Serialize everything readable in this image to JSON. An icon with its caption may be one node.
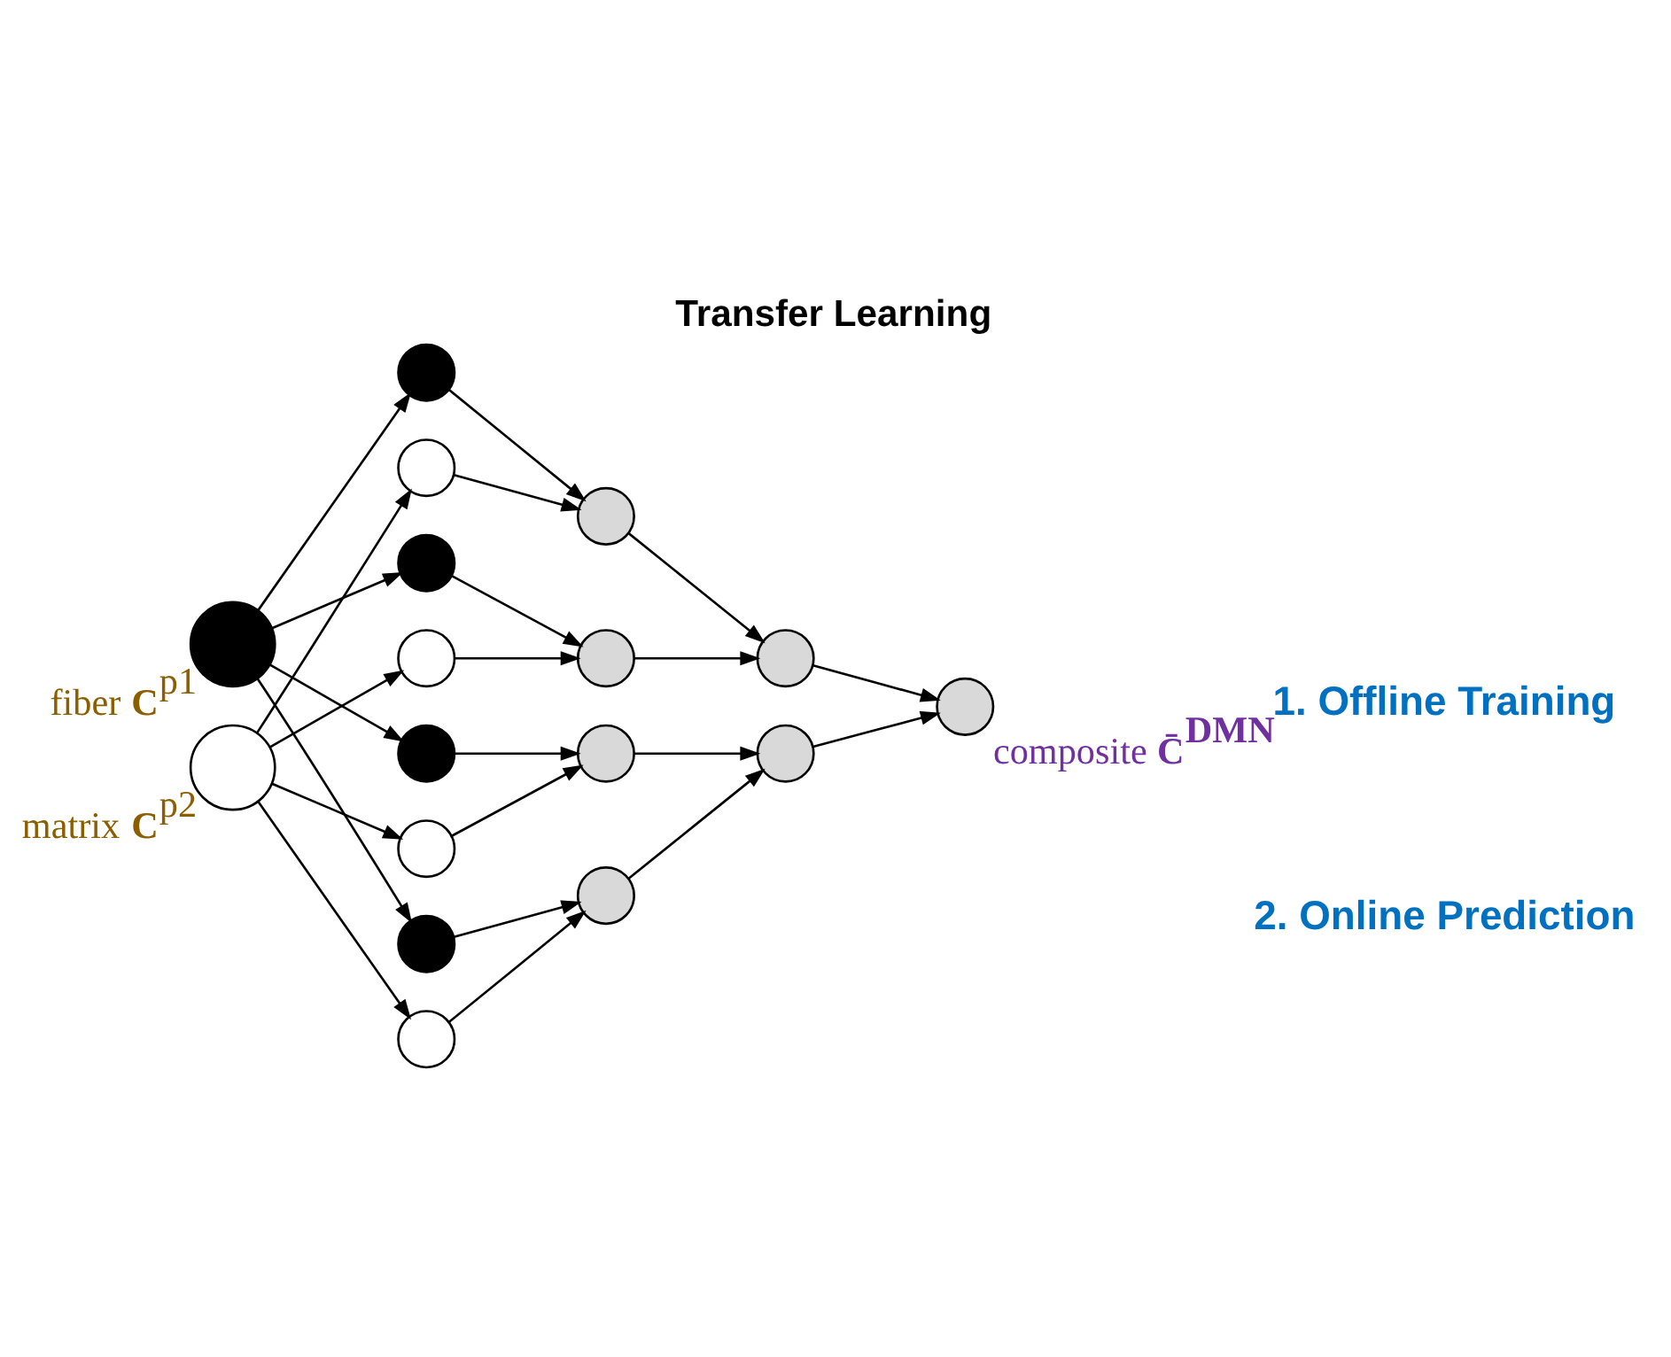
{
  "diagram": {
    "title": "Transfer Learning",
    "nodes": [
      {
        "text": [],
        "shape": "circle",
        "beside": [
          "fiber **C**$^{p1}$"
        ]
      },
      {
        "text": [],
        "shape": "circle",
        "beside": [
          "matrix **C**$^{p2}$"
        ]
      },
      {
        "text": [],
        "shape": "circle"
      },
      {
        "text": [],
        "shape": "circle"
      },
      {
        "text": [],
        "shape": "circle"
      },
      {
        "text": [],
        "shape": "circle"
      },
      {
        "text": [],
        "shape": "circle"
      },
      {
        "text": [],
        "shape": "circle"
      },
      {
        "text": [],
        "shape": "circle"
      },
      {
        "text": [],
        "shape": "circle"
      },
      {
        "text": [],
        "shape": "circle"
      },
      {
        "text": [],
        "shape": "circle"
      },
      {
        "text": [],
        "shape": "circle"
      },
      {
        "text": [],
        "shape": "circle"
      },
      {
        "text": [],
        "shape": "circle"
      },
      {
        "text": [],
        "shape": "circle"
      },
      {
        "text": [],
        "shape": "circle",
        "beside": [
          "composite **C̄$^{DMN}$**"
        ]
      }
    ],
    "edges": [
      {
        "from": 0,
        "to": 2,
        "arrow": "to"
      },
      {
        "from": 0,
        "to": 4,
        "arrow": "to"
      },
      {
        "from": 0,
        "to": 6,
        "arrow": "to"
      },
      {
        "from": 0,
        "to": 8,
        "arrow": "to"
      },
      {
        "from": 1,
        "to": 3,
        "arrow": "to"
      },
      {
        "from": 1,
        "to": 5,
        "arrow": "to"
      },
      {
        "from": 1,
        "to": 7,
        "arrow": "to"
      },
      {
        "from": 1,
        "to": 9,
        "arrow": "to"
      },
      {
        "from": 2,
        "to": 10,
        "arrow": "to"
      },
      {
        "from": 3,
        "to": 10,
        "arrow": "to"
      },
      {
        "from": 4,
        "to": 11,
        "arrow": "to"
      },
      {
        "from": 5,
        "to": 11,
        "arrow": "to"
      },
      {
        "from": 6,
        "to": 12,
        "arrow": "to"
      },
      {
        "from": 7,
        "to": 12,
        "arrow": "to"
      },
      {
        "from": 8,
        "to": 13,
        "arrow": "to"
      },
      {
        "from": 9,
        "to": 13,
        "arrow": "to"
      },
      {
        "from": 10,
        "to": 14,
        "arrow": "to"
      },
      {
        "from": 11,
        "to": 14,
        "arrow": "to"
      },
      {
        "from": 12,
        "to": 15,
        "arrow": "to"
      },
      {
        "from": 13,
        "to": 15,
        "arrow": "to"
      },
      {
        "from": 14,
        "to": 16,
        "arrow": "to"
      },
      {
        "from": 15,
        "to": 16,
        "arrow": "to"
      }
    ],
    "labels": [
      "1. Offline Training",
      "2. Online Prediction"
    ]
  }
}
